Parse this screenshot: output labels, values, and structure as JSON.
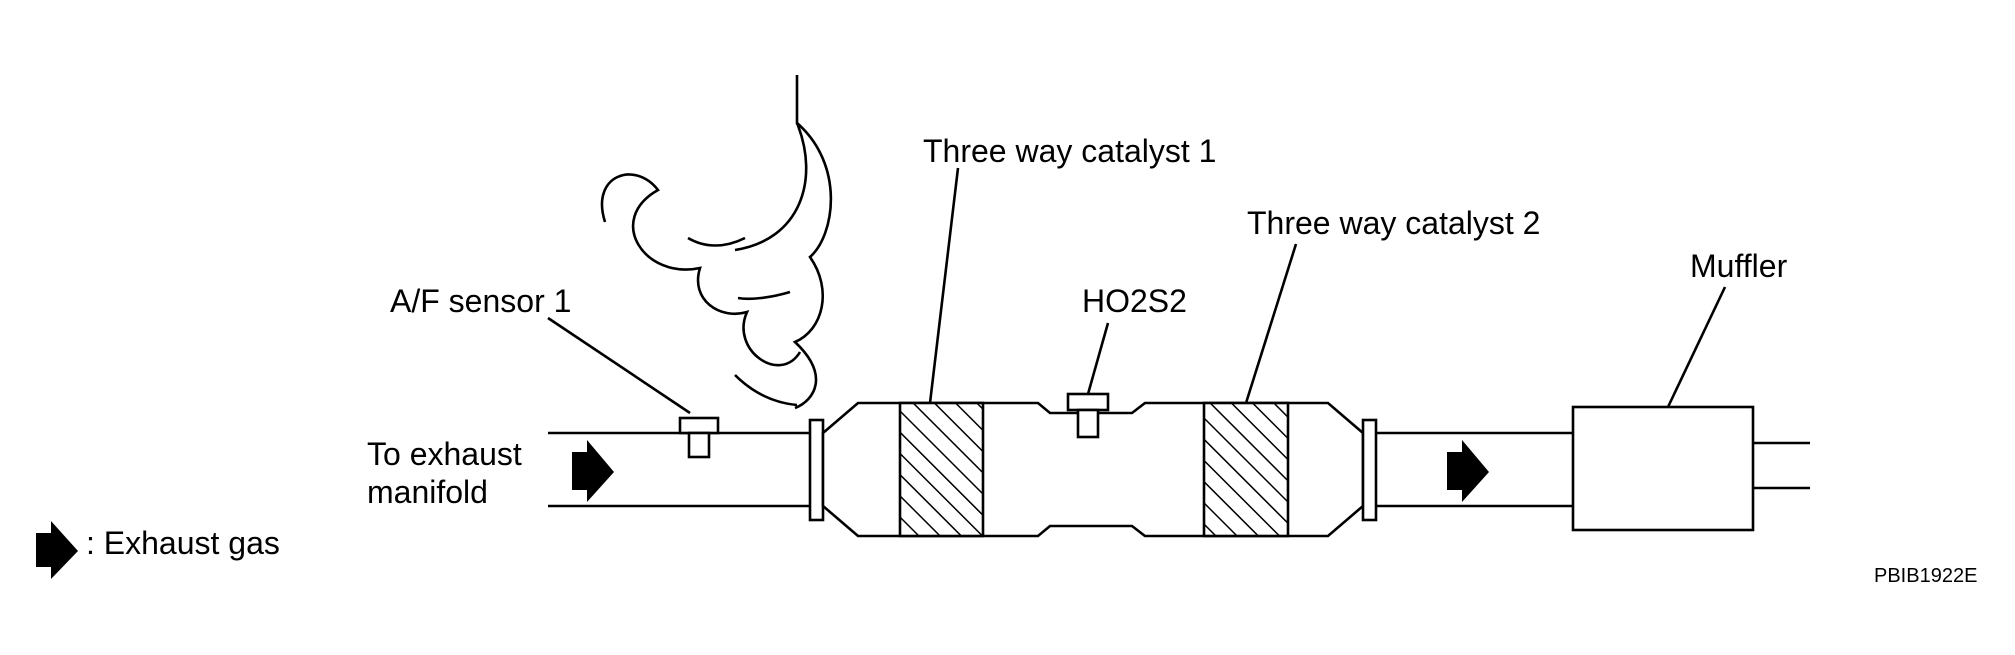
{
  "labels": {
    "af_sensor": "A/F sensor 1",
    "catalyst1": "Three way catalyst 1",
    "ho2s2": "HO2S2",
    "catalyst2": "Three way catalyst 2",
    "muffler": "Muffler",
    "to_exhaust_line1": "To exhaust",
    "to_exhaust_line2": "manifold",
    "legend": ": Exhaust gas",
    "figure_code": "PBIB1922E"
  },
  "icons": {
    "flow_arrow": "flow-arrow-icon"
  },
  "colors": {
    "line": "#000000",
    "background": "#ffffff"
  }
}
